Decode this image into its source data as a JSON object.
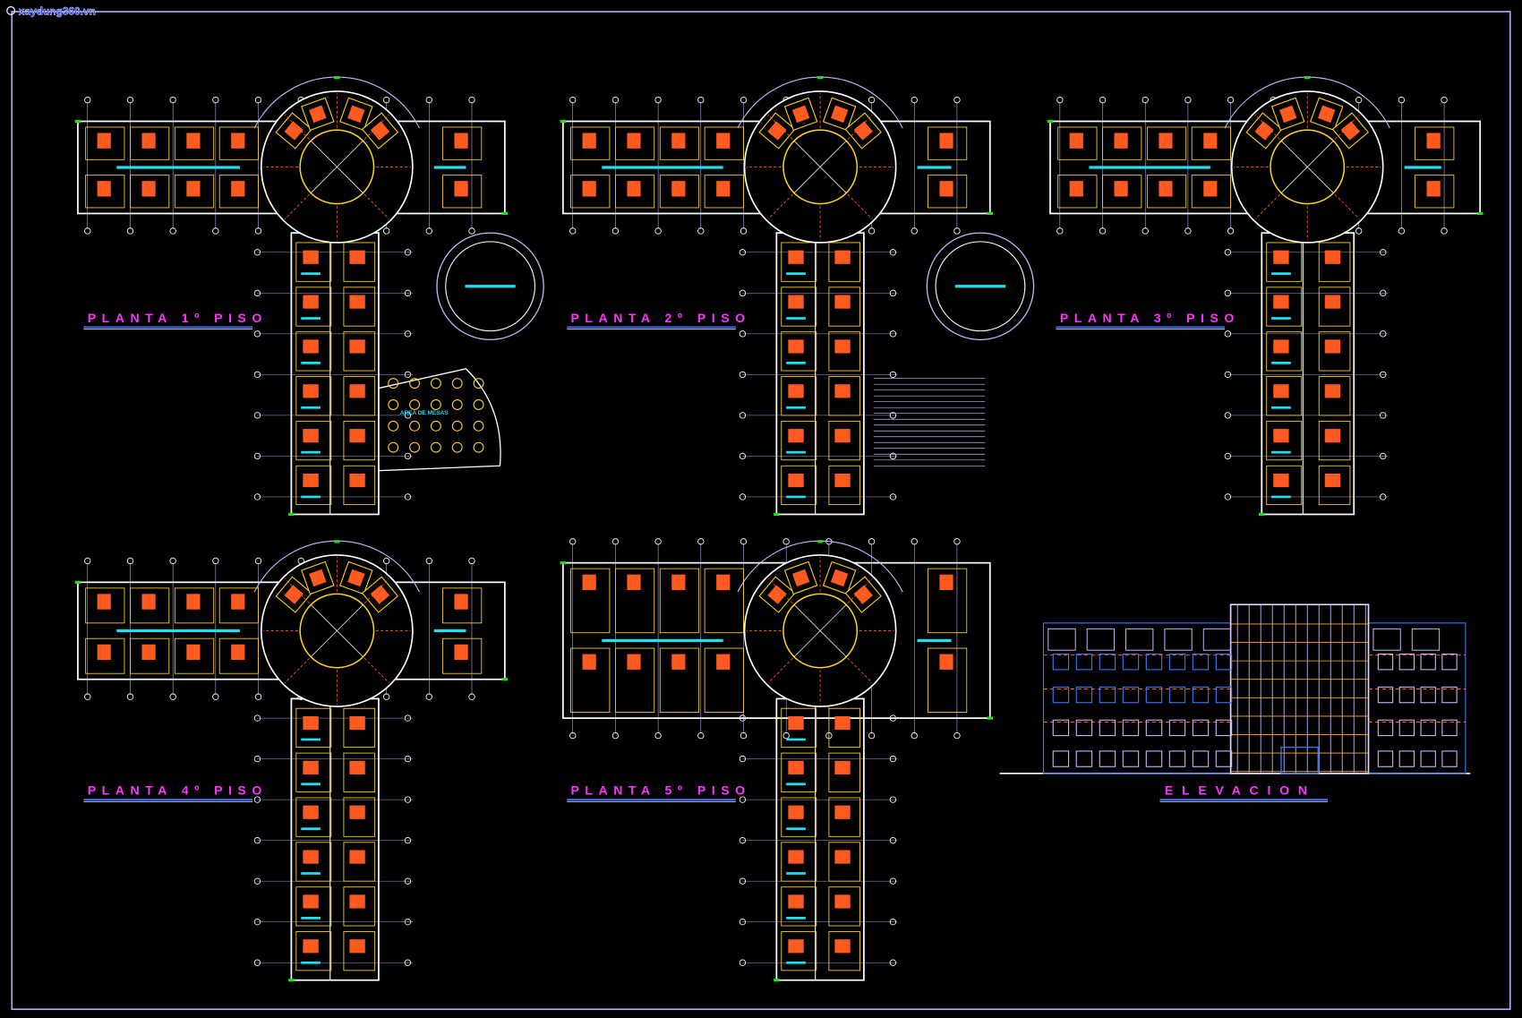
{
  "watermark": "xaydung360.vn",
  "plans": [
    {
      "id": "piso-1",
      "label": "PLANTA 1º PISO"
    },
    {
      "id": "piso-2",
      "label": "PLANTA 2º PISO"
    },
    {
      "id": "piso-3",
      "label": "PLANTA 3º PISO"
    },
    {
      "id": "piso-4",
      "label": "PLANTA 4º PISO"
    },
    {
      "id": "piso-5",
      "label": "PLANTA 5º PISO"
    }
  ],
  "elevation": {
    "label": "ELEVACION"
  },
  "notes": {
    "dining_area": "AREA DE MESAS"
  },
  "colors": {
    "background": "#000000",
    "border": "#b8a8ff",
    "wall": "#ffffff",
    "title": "#ff33ff",
    "underline": "#3a7bff",
    "furniture": "#ff5a1f",
    "fixtures": "#ffd21a",
    "cyan": "#1ee0ee",
    "grid": "#c8b8ff",
    "green": "#22dd22"
  }
}
